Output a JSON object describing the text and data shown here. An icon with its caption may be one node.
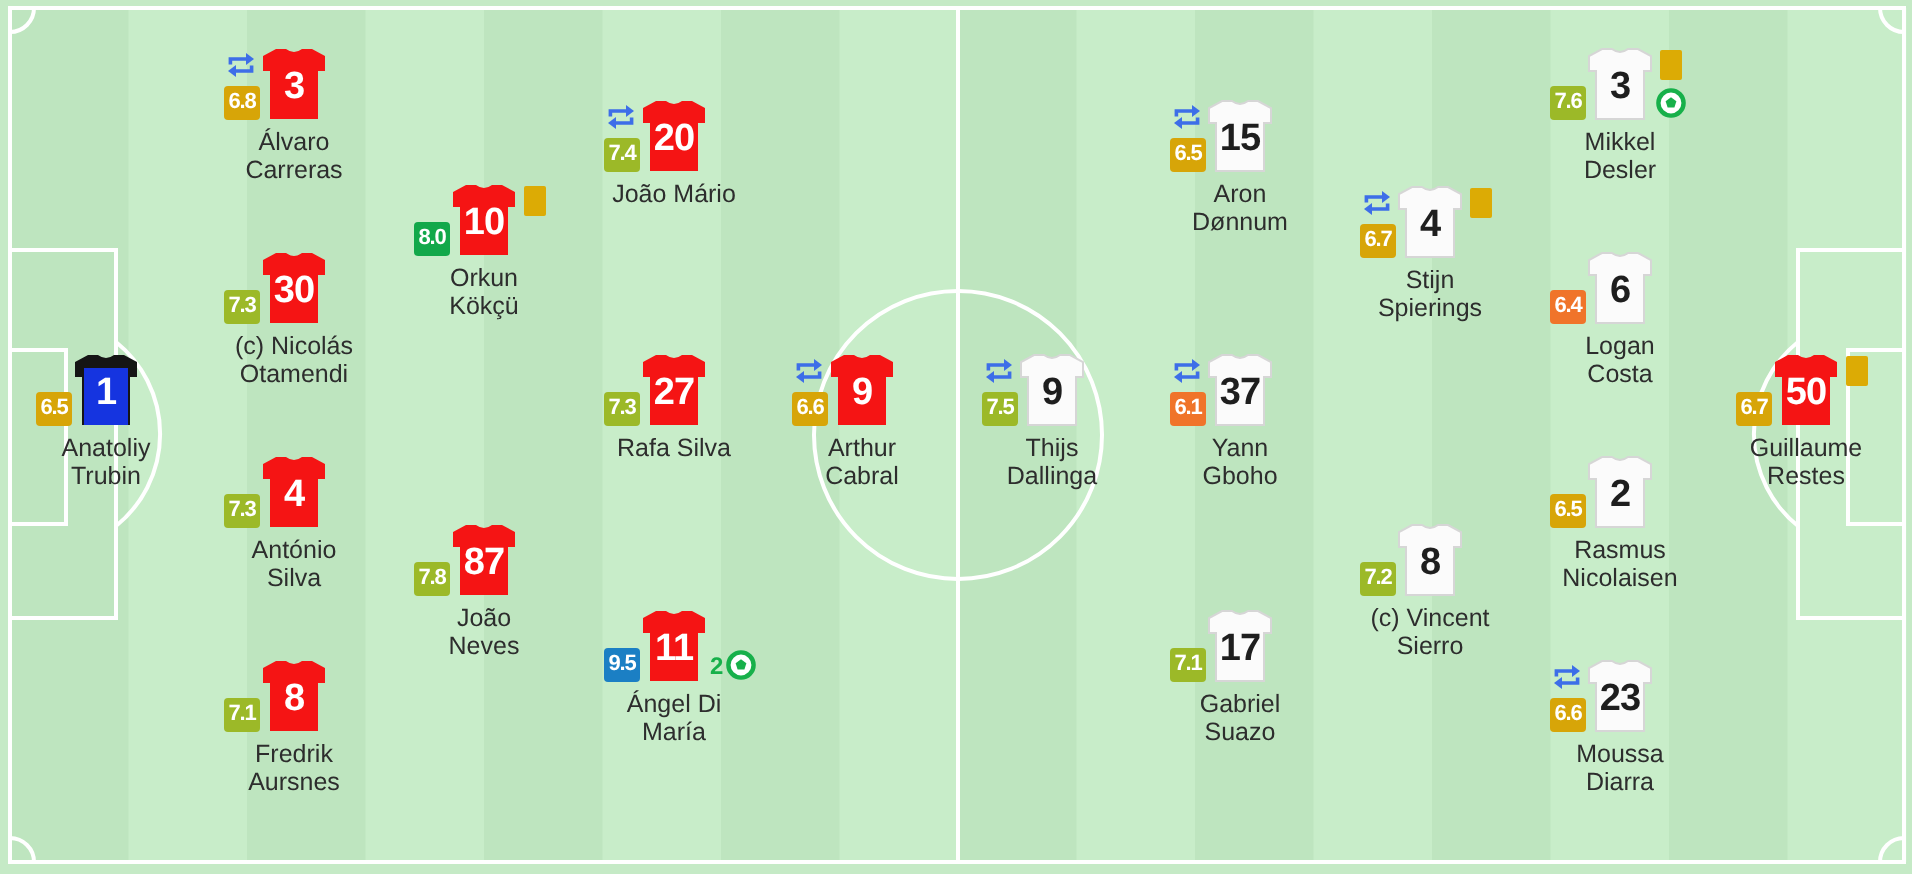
{
  "diagram": {
    "nodes": [
      {
        "text": [
          "1"
        ],
        "beside": [
          "6.5",
          "Anatoliy Trubin"
        ]
      },
      {
        "text": [
          "3"
        ],
        "beside": [
          "6.8",
          "Álvaro Carreras"
        ]
      },
      {
        "text": [
          "30"
        ],
        "beside": [
          "7.3",
          "(c) Nicolás Otamendi"
        ]
      },
      {
        "text": [
          "4"
        ],
        "beside": [
          "7.3",
          "António Silva"
        ]
      },
      {
        "text": [
          "8"
        ],
        "beside": [
          "7.1",
          "Fredrik Aursnes"
        ]
      },
      {
        "text": [
          "10"
        ],
        "beside": [
          "8.0",
          "Orkun Kökçü"
        ]
      },
      {
        "text": [
          "87"
        ],
        "beside": [
          "7.8",
          "João Neves"
        ]
      },
      {
        "text": [
          "20"
        ],
        "beside": [
          "7.4",
          "João Mário"
        ]
      },
      {
        "text": [
          "27"
        ],
        "beside": [
          "7.3",
          "Rafa Silva"
        ]
      },
      {
        "text": [
          "11"
        ],
        "beside": [
          "9.5",
          "2",
          "Ángel Di María"
        ]
      },
      {
        "text": [
          "9"
        ],
        "beside": [
          "6.6",
          "Arthur Cabral"
        ]
      },
      {
        "text": [
          "9"
        ],
        "beside": [
          "7.5",
          "Thijs Dallinga"
        ]
      },
      {
        "text": [
          "15"
        ],
        "beside": [
          "6.5",
          "Aron Dønnum"
        ]
      },
      {
        "text": [
          "37"
        ],
        "beside": [
          "6.1",
          "Yann Gboho"
        ]
      },
      {
        "text": [
          "17"
        ],
        "beside": [
          "7.1",
          "Gabriel Suazo"
        ]
      },
      {
        "text": [
          "4"
        ],
        "beside": [
          "6.7",
          "Stijn Spierings"
        ]
      },
      {
        "text": [
          "8"
        ],
        "beside": [
          "7.2",
          "(c) Vincent Sierro"
        ]
      },
      {
        "text": [
          "3"
        ],
        "beside": [
          "7.6",
          "Mikkel Desler"
        ]
      },
      {
        "text": [
          "6"
        ],
        "beside": [
          "6.4",
          "Logan Costa"
        ]
      },
      {
        "text": [
          "2"
        ],
        "beside": [
          "6.5",
          "Rasmus Nicolaisen"
        ]
      },
      {
        "text": [
          "23"
        ],
        "beside": [
          "6.6",
          "Moussa Diarra"
        ]
      },
      {
        "text": [
          "50"
        ],
        "beside": [
          "6.7",
          "Guillaume Restes"
        ]
      }
    ]
  }
}
